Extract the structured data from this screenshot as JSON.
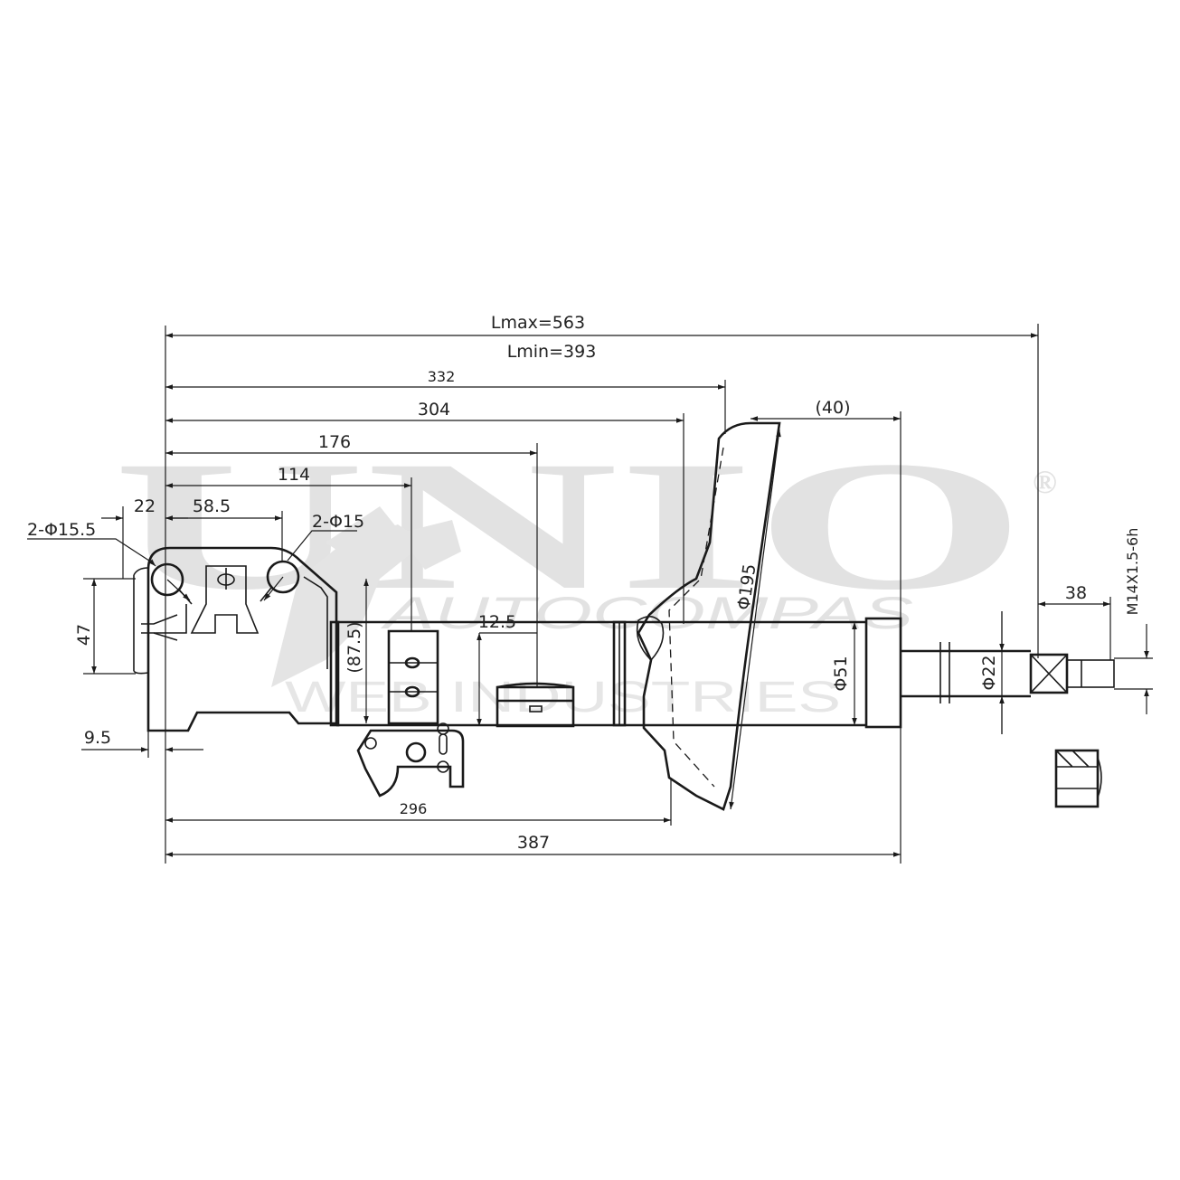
{
  "watermark": {
    "brand": "UNIO",
    "registered": "®",
    "subtitle": "AUTOCOMPAS",
    "tagline": "WEB INDUSTRIES"
  },
  "dimensions": {
    "lmax": "Lmax=563",
    "lmin": "Lmin=393",
    "d332": "332",
    "d304": "304",
    "d176": "176",
    "d114": "114",
    "d40": "(40)",
    "d22": "22",
    "d58_5": "58.5",
    "hole1": "2-Φ15.5",
    "hole2": "2-Φ15",
    "d47": "47",
    "d87_5": "(87.5)",
    "d12_5": "12.5",
    "d9_5": "9.5",
    "d296": "296",
    "d387": "387",
    "phi195": "Φ195",
    "phi51": "Φ51",
    "phi22": "Φ22",
    "d38": "38",
    "thread": "M14X1.5-6h"
  },
  "colors": {
    "line": "#1a1a1a",
    "watermark": "#e2e2e2"
  }
}
